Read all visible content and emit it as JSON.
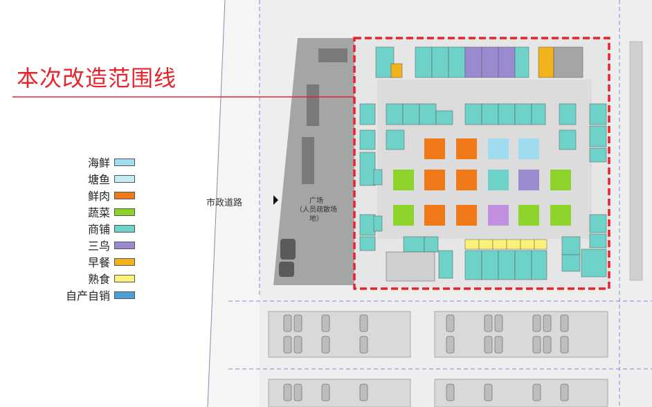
{
  "title": "本次改造范围线",
  "road_label": "市政道路",
  "square": {
    "name": "广场",
    "note": "（人员疏散场地）"
  },
  "legend": [
    {
      "name": "海鲜",
      "color": "#9fdcf0"
    },
    {
      "name": "塘鱼",
      "color": "#c4ecf7"
    },
    {
      "name": "鲜肉",
      "color": "#f07a18"
    },
    {
      "name": "蔬菜",
      "color": "#8ed22c"
    },
    {
      "name": "商铺",
      "color": "#6fd2c8"
    },
    {
      "name": "三鸟",
      "color": "#9b8ad0"
    },
    {
      "name": "早餐",
      "color": "#f2b21c"
    },
    {
      "name": "熟食",
      "color": "#fbf07a"
    },
    {
      "name": "自产自销",
      "color": "#4a9fd6"
    }
  ],
  "colors": {
    "boundary": "#e8232a",
    "floor": "#e6e6e6",
    "plaza": "#a5a5a5",
    "parking": "#d9d9d9"
  }
}
